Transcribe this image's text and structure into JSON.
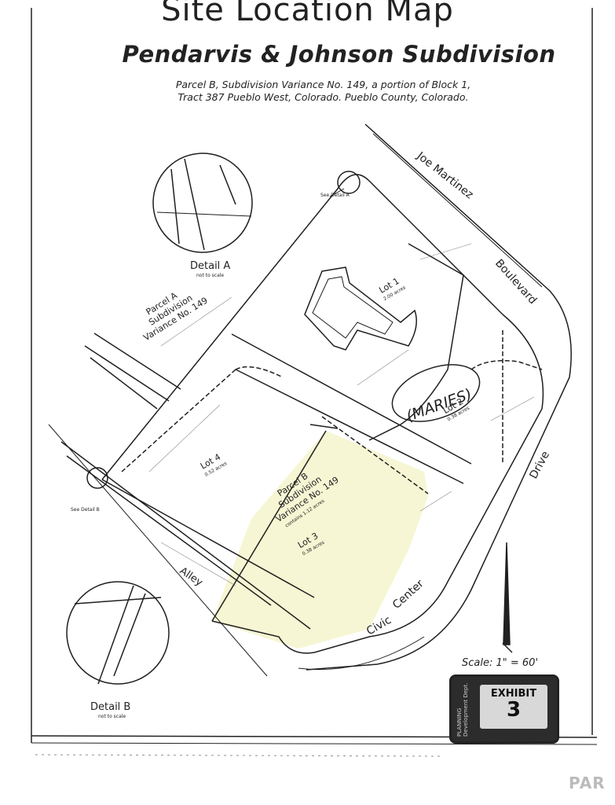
{
  "title": "Site Location Map",
  "subtitle": "Pendarvis & Johnson Subdivision",
  "description": {
    "line1": "Parcel B, Subdivision Variance No. 149, a portion of Block 1,",
    "line2": "Tract 387 Pueblo West, Colorado.  Pueblo County, Colorado."
  },
  "streets": {
    "joe_martinez": "Joe Martinez",
    "boulevard": "Boulevard",
    "civic": "Civic",
    "center": "Center",
    "drive": "Drive",
    "alley": "Alley"
  },
  "details": {
    "a_title": "Detail A",
    "a_note": "not to scale",
    "a_ref": "See Detail A",
    "b_title": "Detail B",
    "b_note": "not to scale",
    "b_ref": "See Detail B"
  },
  "parcels": {
    "parcel_a": [
      "Parcel A",
      "Subdivision",
      "Variance No. 149"
    ],
    "parcel_b": [
      "Parcel B",
      "Subdivision",
      "Variance No. 149",
      "contains 1.12 acres"
    ]
  },
  "lots": {
    "lot1": [
      "Lot 1",
      "2.00 acres"
    ],
    "lot2": [
      "Lot 2",
      "0.38 acres"
    ],
    "lot3": [
      "Lot 3",
      "0.38 acres"
    ],
    "lot4": [
      "Lot 4",
      "0.52 acres"
    ]
  },
  "handwritten_note": "(MARIES)",
  "scale": "Scale: 1\" = 60'",
  "exhibit": {
    "label": "EXHIBIT",
    "number": "3",
    "stamp_text": "PLANNING Development Dept."
  },
  "watermark": "PAR",
  "colors": {
    "line": "#1f1f1f",
    "highlight": "#f6f6d4",
    "paper": "#ffffff"
  }
}
